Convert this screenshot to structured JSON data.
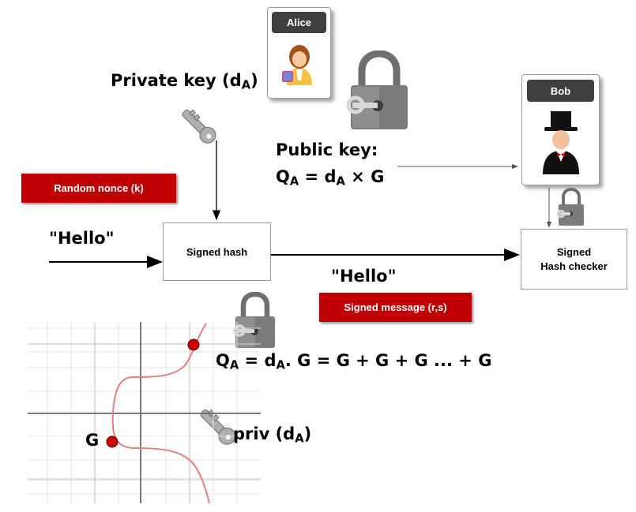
{
  "alice": {
    "label": "Alice"
  },
  "bob": {
    "label": "Bob"
  },
  "private_key": {
    "text": "Private key (d",
    "sub": "A",
    "close": ")"
  },
  "public_key": {
    "line1": "Public key:",
    "q": "Q",
    "q_sub": "A",
    "eq": " = d",
    "d_sub": "A",
    "rest": " × G"
  },
  "random_nonce": {
    "label": "Random nonce (k)"
  },
  "hello_left": {
    "text": "\"Hello\""
  },
  "hello_middle": {
    "text": "\"Hello\""
  },
  "signed_hash": {
    "label": "Signed hash"
  },
  "signed_checker": {
    "line1": "Signed",
    "line2": "Hash checker"
  },
  "signed_message": {
    "label": "Signed message (r,s)"
  },
  "equation": {
    "q": "Q",
    "q_sub": "A",
    "eq": " = d",
    "d_sub": "A",
    "rest": ". G = G + G + G ... + G"
  },
  "priv": {
    "text": "priv (d",
    "sub": "A",
    "close": ")"
  },
  "g_label": {
    "text": "G"
  },
  "colors": {
    "red": "#c00000",
    "curve": "#e08080",
    "point": "#cc0000",
    "tag": "#3f3f3f"
  }
}
